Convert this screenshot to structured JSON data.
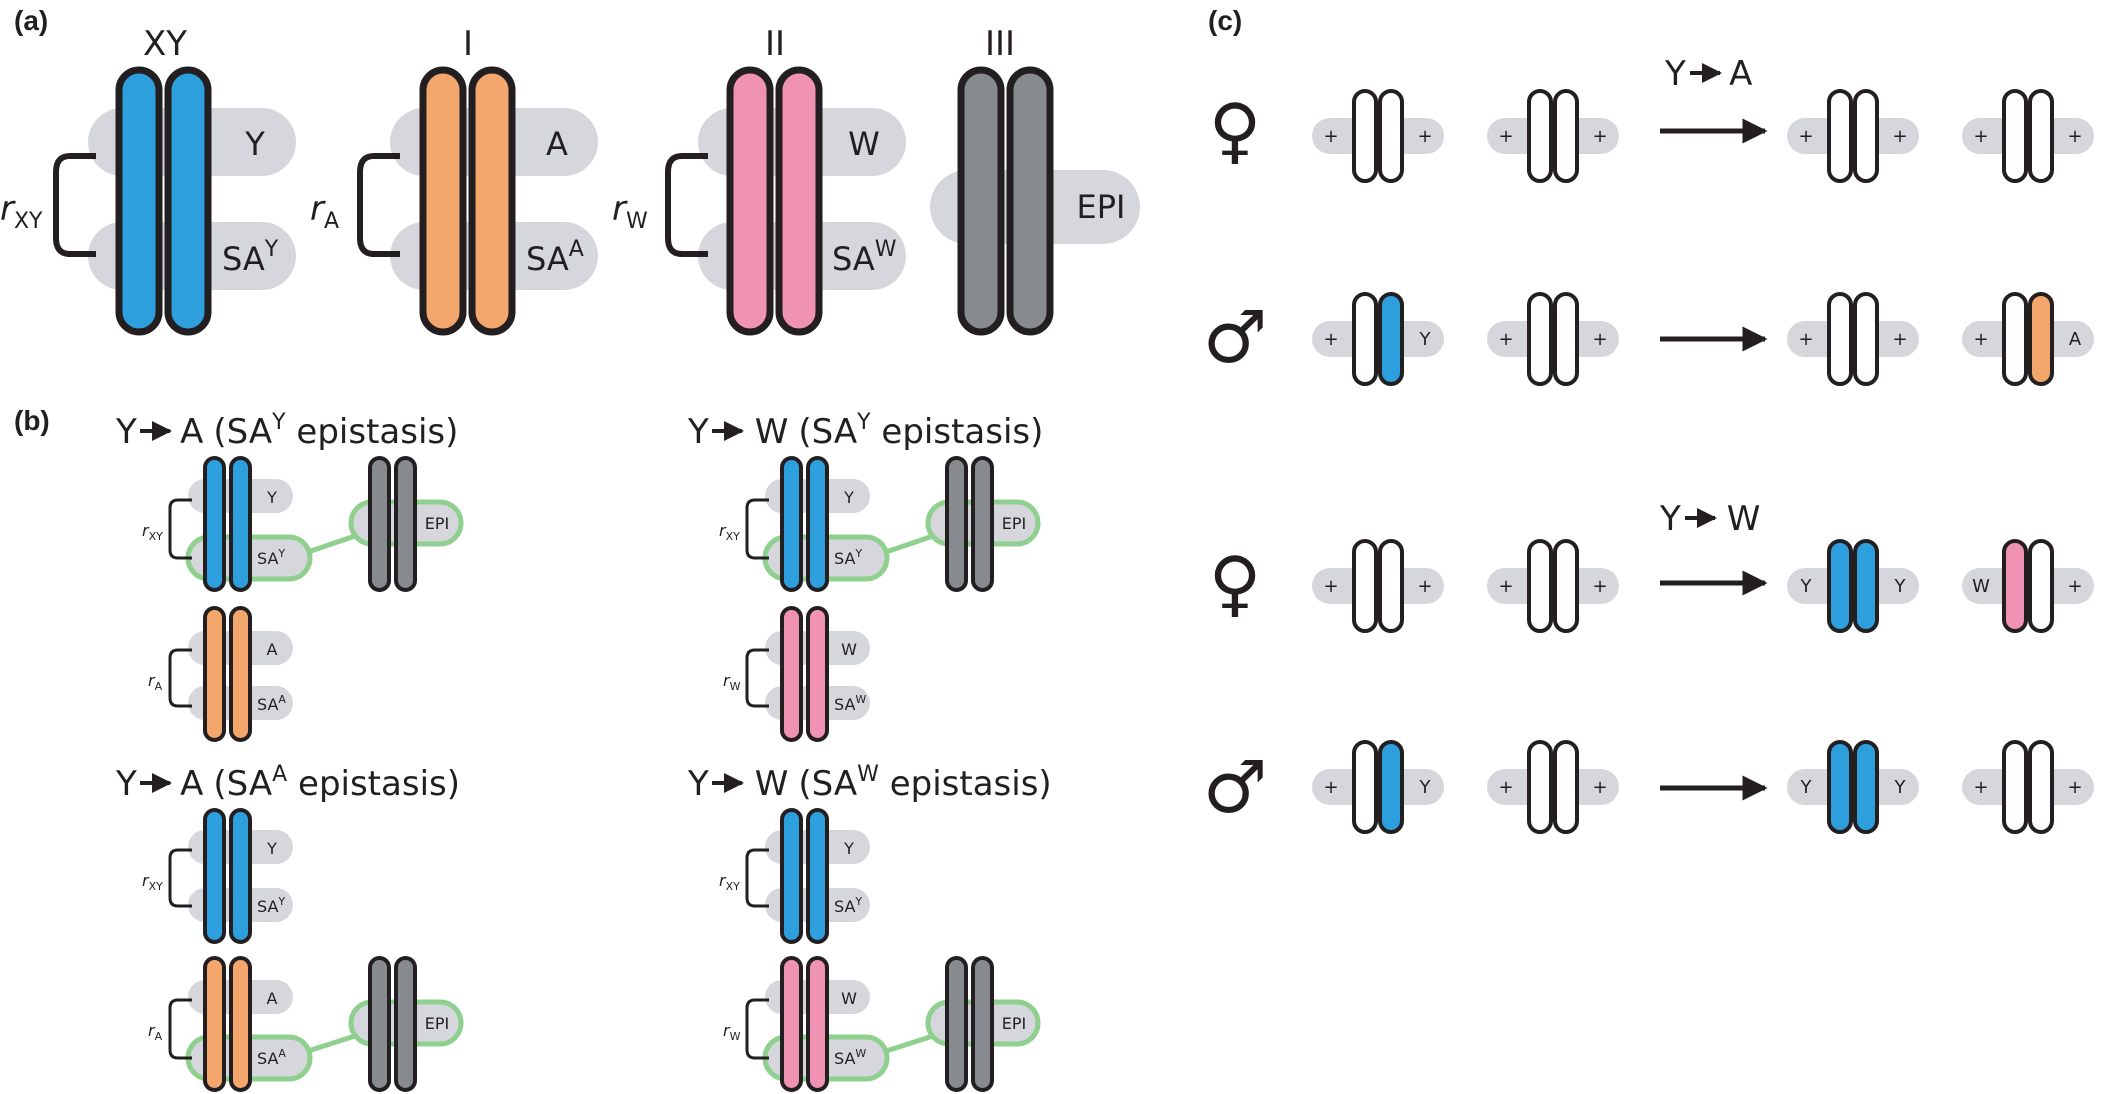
{
  "colors": {
    "xy_blue": "#2e9fdd",
    "auto_orange": "#f4a76d",
    "zw_pink": "#ef92b3",
    "epi_gray": "#878b90",
    "locus_gray": "#d5d7dc",
    "epistasis_green": "#8fd08f",
    "outline": "#231f20"
  },
  "panel_labels": {
    "a": "(a)",
    "b": "(b)",
    "c": "(c)"
  },
  "symbols": {
    "female": "♀",
    "male": "♂"
  },
  "panel_a": {
    "pairs": [
      {
        "title": "XY",
        "locus_top": "Y",
        "locus_bottom": "SA",
        "sup": "Y",
        "r": "r",
        "r_sub": "XY"
      },
      {
        "title": "I",
        "locus_top": "A",
        "locus_bottom": "SA",
        "sup": "A",
        "r": "r",
        "r_sub": "A"
      },
      {
        "title": "II",
        "locus_top": "W",
        "locus_bottom": "SA",
        "sup": "W",
        "r": "r",
        "r_sub": "W"
      },
      {
        "title": "III",
        "locus_epi": "EPI"
      }
    ]
  },
  "panel_b": {
    "scenarios": [
      {
        "title_from": "Y",
        "title_to": "A",
        "title_paren": "(SA",
        "title_sup": "Y",
        "title_tail": " epistasis)"
      },
      {
        "title_from": "Y",
        "title_to": "W",
        "title_paren": "(SA",
        "title_sup": "Y",
        "title_tail": " epistasis)"
      },
      {
        "title_from": "Y",
        "title_to": "A",
        "title_paren": "(SA",
        "title_sup": "A",
        "title_tail": " epistasis)"
      },
      {
        "title_from": "Y",
        "title_to": "W",
        "title_paren": "(SA",
        "title_sup": "W",
        "title_tail": " epistasis)"
      }
    ],
    "loci": {
      "y": "Y",
      "sa": "SA",
      "sup_y": "Y",
      "a": "A",
      "sup_a": "A",
      "w": "W",
      "sup_w": "W",
      "epi": "EPI"
    },
    "r": {
      "r": "r",
      "xy": "XY",
      "a": "A",
      "w": "W"
    }
  },
  "panel_c": {
    "transition_y_to_a": {
      "from": "Y",
      "to": "A"
    },
    "transition_y_to_w": {
      "from": "Y",
      "to": "W"
    },
    "marks": {
      "plus": "+",
      "y": "Y",
      "a": "A",
      "w": "W"
    }
  }
}
